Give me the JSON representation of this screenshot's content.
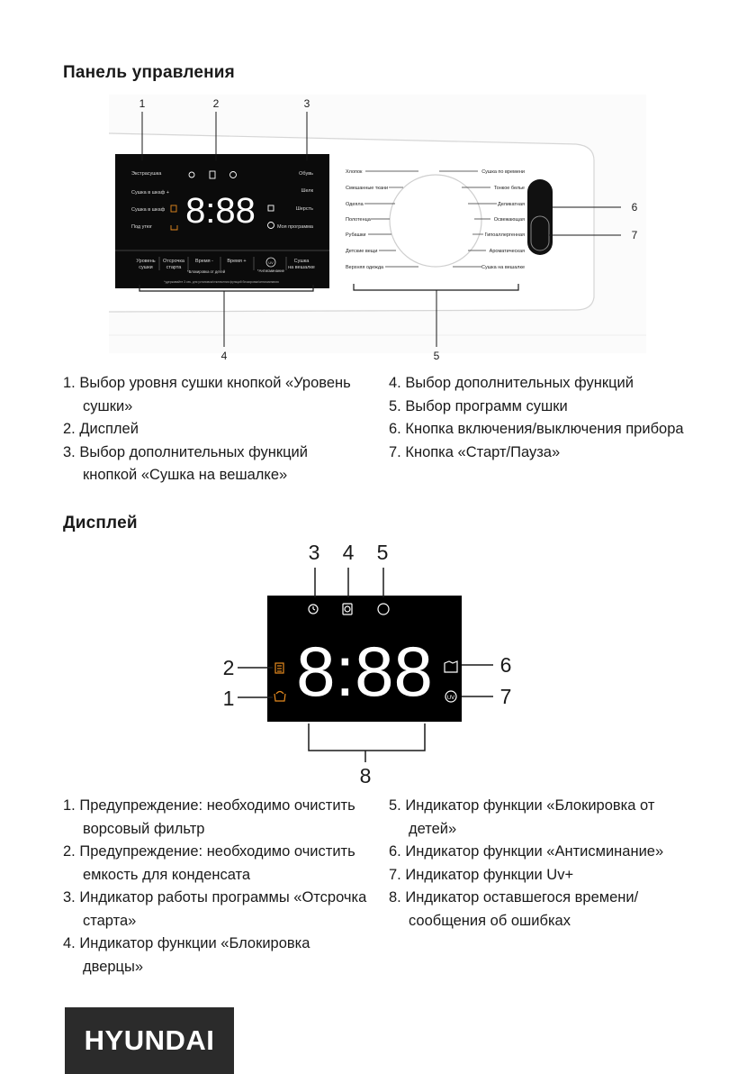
{
  "panel": {
    "heading": "Панель управления",
    "callouts": [
      "1",
      "2",
      "3",
      "4",
      "5",
      "6",
      "7"
    ],
    "left_labels": [
      "Экстрасушка",
      "Сушка в шкаф +",
      "Сушка в шкаф",
      "Под утюг"
    ],
    "right_labels": [
      "Обувь",
      "Шелк",
      "Шерсть",
      "Моя программа"
    ],
    "display_digits": "8:88",
    "buttons": [
      {
        "line1": "Уровень",
        "line2": "сушки"
      },
      {
        "line1": "Отсрочка",
        "line2": "старта"
      },
      {
        "line1": "Время -",
        "line2": ""
      },
      {
        "line1": "Время +",
        "line2": ""
      },
      {
        "line1": "",
        "line2": ""
      },
      {
        "line1": "Сушка",
        "line2": "на вешалке"
      }
    ],
    "button_sub_note": "*Блокировка от детей",
    "uv_sub_note": "*Антисминание",
    "fine_print": "*удерживайте 3 сек. для установки/отключения функций блокировки/антисминания",
    "programs_left": [
      "Хлопок",
      "Смешанные ткани",
      "Одеяла",
      "Полотенца",
      "Рубашки",
      "Детские вещи",
      "Верхняя одежда"
    ],
    "programs_right": [
      "Сушка по времени",
      "Тонкое белье",
      "Деликатная",
      "Освежающая",
      "Гипоаллергенная",
      "Ароматическая",
      "Сушка на вешалке"
    ],
    "uv_icon_text": "UV"
  },
  "panel_list": {
    "left": [
      "1. Выбор уровня сушки кнопкой «Уровень сушки»",
      "2. Дисплей",
      "3. Выбор дополнительных функций кнопкой «Сушка на вешалке»"
    ],
    "right": [
      "4. Выбор дополнительных функций",
      "5. Выбор программ сушки",
      "6. Кнопка включения/выключения прибора",
      "7. Кнопка «Старт/Пауза»"
    ]
  },
  "display": {
    "heading": "Дисплей",
    "callouts": [
      "1",
      "2",
      "3",
      "4",
      "5",
      "6",
      "7",
      "8"
    ],
    "digits": "8:88",
    "uv_icon_text": "UV"
  },
  "display_list": {
    "left": [
      "1. Предупреждение: необходимо очистить ворсовый фильтр",
      "2. Предупреждение: необходимо очистить емкость для конденсата",
      "3. Индикатор работы программы «Отсрочка старта»",
      "4. Индикатор функции «Блокировка дверцы»"
    ],
    "right": [
      "5. Индикатор функции «Блокировка от детей»",
      "6. Индикатор функции «Антисминание»",
      "7. Индикатор функции Uv+",
      "8. Индикатор оставшегося времени/ сообщения об ошибках"
    ]
  },
  "brand": "HYUNDAI",
  "colors": {
    "led": "#ffffff",
    "orange": "#e58a1f",
    "panel_dark": "#0b0b0b",
    "line": "#1a1a1a"
  }
}
